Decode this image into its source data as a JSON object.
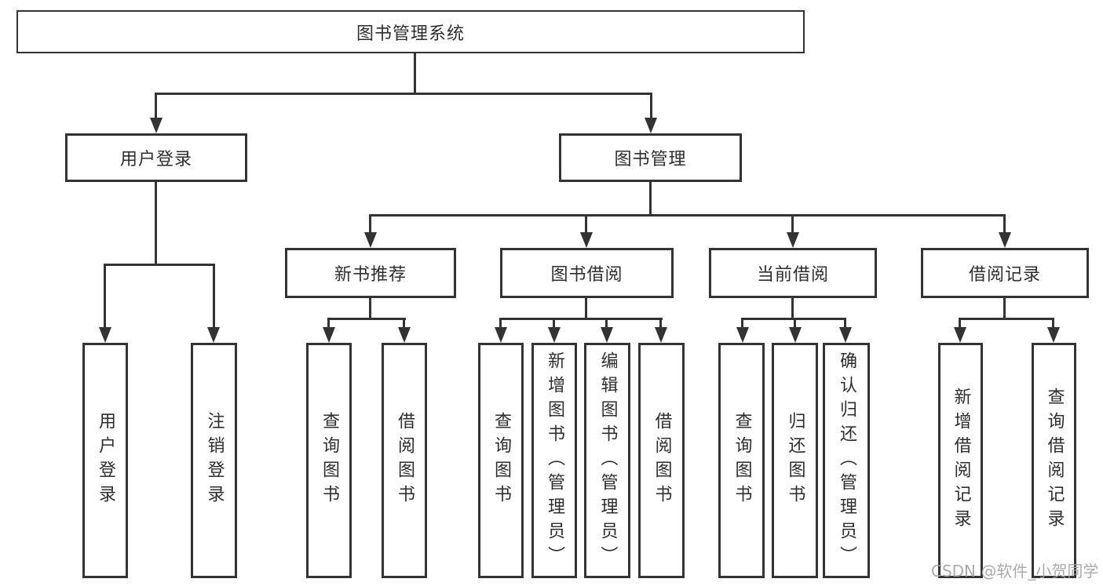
{
  "diagram": {
    "root": {
      "label": "图书管理系统"
    },
    "branches": [
      {
        "label": "用户登录",
        "children": [
          {
            "label": "用户登录"
          },
          {
            "label": "注销登录"
          }
        ]
      },
      {
        "label": "图书管理",
        "children": [
          {
            "label": "新书推荐",
            "children": [
              {
                "label": "查询图书"
              },
              {
                "label": "借阅图书"
              }
            ]
          },
          {
            "label": "图书借阅",
            "children": [
              {
                "label": "查询图书"
              },
              {
                "label": "新增图书（管理员）"
              },
              {
                "label": "编辑图书（管理员）"
              },
              {
                "label": "借阅图书"
              }
            ]
          },
          {
            "label": "当前借阅",
            "children": [
              {
                "label": "查询图书"
              },
              {
                "label": "归还图书"
              },
              {
                "label": "确认归还（管理员）"
              }
            ]
          },
          {
            "label": "借阅记录",
            "children": [
              {
                "label": "新增借阅记录"
              },
              {
                "label": "查询借阅记录"
              }
            ]
          }
        ]
      }
    ]
  },
  "watermark": {
    "text": "CSDN @软件_小贺同学"
  },
  "colors": {
    "line": "#333333",
    "text": "#2e2e2e",
    "watermark": "#a3a3a3",
    "background": "#ffffff"
  }
}
